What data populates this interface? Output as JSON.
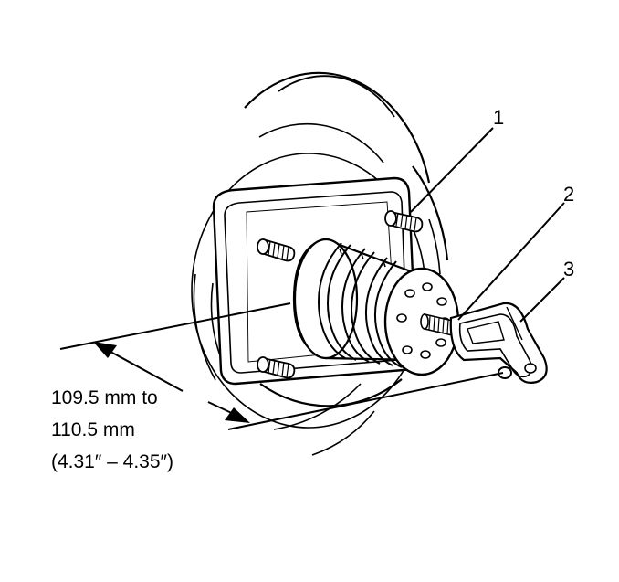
{
  "callouts": [
    {
      "id": "1",
      "label": "1"
    },
    {
      "id": "2",
      "label": "2"
    },
    {
      "id": "3",
      "label": "3"
    }
  ],
  "dimension": {
    "line1": "109.5 mm to",
    "line2": "110.5 mm",
    "line3": "(4.31″ – 4.35″)"
  },
  "colors": {
    "ink": "#000000",
    "background": "#ffffff"
  }
}
